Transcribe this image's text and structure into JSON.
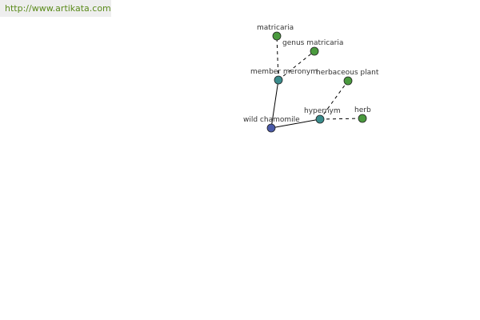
{
  "header": {
    "url": "http://www.artikata.com"
  },
  "colors": {
    "root_node": "#4a5aa8",
    "relation_node": "#3a8c8c",
    "leaf_node": "#4a9a3e",
    "edge": "#000000",
    "url_text": "#5a8a1a",
    "url_background": "#eeeeee"
  },
  "graph": {
    "nodes": [
      {
        "id": "wild-chamomile",
        "label": "wild chamomile",
        "kind": "root"
      },
      {
        "id": "member-meronym",
        "label": "member meronym",
        "kind": "relation"
      },
      {
        "id": "hypernym",
        "label": "hypernym",
        "kind": "relation"
      },
      {
        "id": "matricaria",
        "label": "matricaria",
        "kind": "leaf"
      },
      {
        "id": "genus-matricaria",
        "label": "genus matricaria",
        "kind": "leaf"
      },
      {
        "id": "herbaceous-plant",
        "label": "herbaceous plant",
        "kind": "leaf"
      },
      {
        "id": "herb",
        "label": "herb",
        "kind": "leaf"
      }
    ],
    "edges": [
      {
        "from": "wild-chamomile",
        "to": "member-meronym",
        "style": "solid"
      },
      {
        "from": "wild-chamomile",
        "to": "hypernym",
        "style": "solid"
      },
      {
        "from": "member-meronym",
        "to": "matricaria",
        "style": "dashed"
      },
      {
        "from": "member-meronym",
        "to": "genus-matricaria",
        "style": "dashed"
      },
      {
        "from": "hypernym",
        "to": "herbaceous-plant",
        "style": "dashed"
      },
      {
        "from": "hypernym",
        "to": "herb",
        "style": "dashed"
      }
    ]
  }
}
